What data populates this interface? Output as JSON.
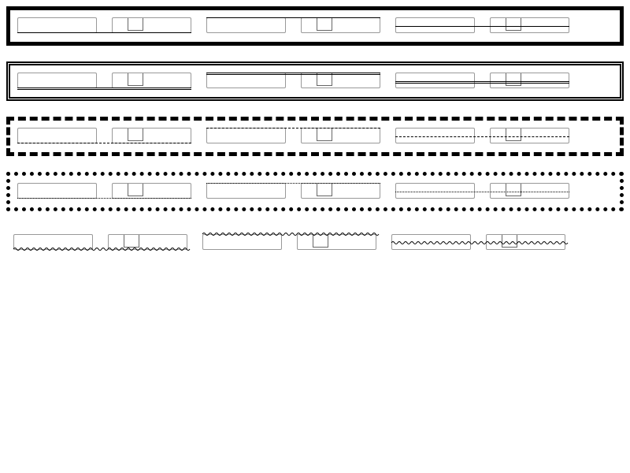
{
  "rows": [
    {
      "name": "solid-row",
      "frame_style": "solid",
      "decoration_style": "solid"
    },
    {
      "name": "double-row",
      "frame_style": "double",
      "decoration_style": "double"
    },
    {
      "name": "dashed-row",
      "frame_style": "dashed",
      "decoration_style": "dashed"
    },
    {
      "name": "dotted-row",
      "frame_style": "dotted",
      "decoration_style": "dotted"
    },
    {
      "name": "wavy-row",
      "frame_style": "none",
      "decoration_style": "wavy"
    }
  ],
  "groups_per_row": 3,
  "group_decorations": [
    "underline",
    "overline",
    "line-through"
  ],
  "colors": {
    "stroke": "#000000",
    "box_border": "#999999",
    "background": "#ffffff"
  }
}
